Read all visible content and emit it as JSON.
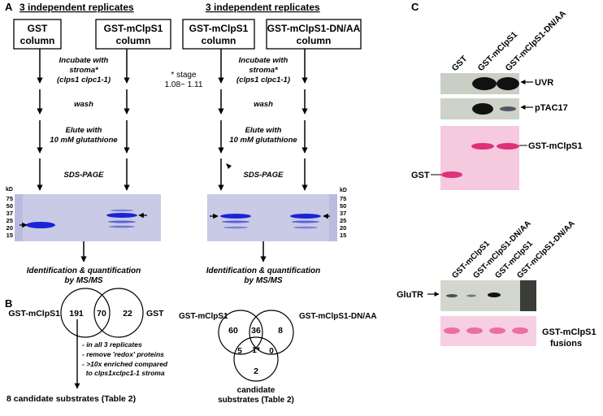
{
  "panels": {
    "A": "A",
    "B": "B",
    "C": "C"
  },
  "left_workflow": {
    "replicates_title": "3 independent replicates",
    "box1": {
      "line1": "GST",
      "line2": "column"
    },
    "box2": {
      "line1": "GST-mClpS1",
      "line2": "column"
    },
    "incubate": {
      "line1": "Incubate with",
      "line2": "stroma*",
      "line3": "(clps1 clpc1-1)"
    },
    "wash": "wash",
    "elute": {
      "line1": "Elute with",
      "line2": "10 mM glutathione"
    },
    "sds": "SDS-PAGE",
    "kd_label": "kD",
    "kd_ticks": [
      "75",
      "50",
      "37",
      "25",
      "20",
      "15"
    ],
    "identification": {
      "line1": "Identification & quantification",
      "line2": "by MS/MS"
    }
  },
  "stage_note": {
    "line1": "* stage",
    "line2": "1.08~ 1.11"
  },
  "right_workflow": {
    "replicates_title": "3 independent replicates",
    "box1": {
      "line1": "GST-mClpS1",
      "line2": "column"
    },
    "box2": {
      "line1": "GST-mClpS1-DN/AA",
      "line2": "column"
    },
    "incubate": {
      "line1": "Incubate with",
      "line2": "stroma*",
      "line3": "(clps1 clpc1-1)"
    },
    "wash": "wash",
    "elute": {
      "line1": "Elute with",
      "line2": "10 mM glutathione"
    },
    "sds": "SDS-PAGE",
    "kd_label": "kD",
    "kd_ticks": [
      "75",
      "50",
      "37",
      "25",
      "20",
      "15"
    ],
    "identification": {
      "line1": "Identification & quantification",
      "line2": "by MS/MS"
    }
  },
  "venn_left": {
    "label_left": "GST-mClpS1",
    "label_right": "GST",
    "only_left": "191",
    "overlap": "70",
    "only_right": "22",
    "filters": [
      "- in all 3 replicates",
      "- remove 'redox' proteins",
      "- >10x enriched compared",
      "  to clps1xclpc1-1 stroma"
    ],
    "result": "8 candidate substrates (Table 2)"
  },
  "venn_right": {
    "label_left": "GST-mClpS1",
    "label_right": "GST-mClpS1-DN/AA",
    "a_only": "60",
    "ab": "36",
    "b_only": "8",
    "ac": "5",
    "abc": "1*",
    "bc": "0",
    "c_only": "2",
    "label_bottom": {
      "line1": "candidate",
      "line2": "substrates (Table 2)"
    }
  },
  "panel_c_top": {
    "lanes": [
      "GST",
      "GST-mClpS1",
      "GST-mClpS1-DN/AA"
    ],
    "bands": [
      "UVR",
      "pTAC17",
      "GST-mClpS1"
    ],
    "gst_label": "GST"
  },
  "panel_c_bottom": {
    "lanes": [
      "GST-mClpS1",
      "GST-mClpS1-DN/AA",
      "GST-mClpS1",
      "GST-mClpS1-DN/AA"
    ],
    "glutr_label": "GluTR",
    "fusion_label": {
      "line1": "GST-mClpS1",
      "line2": "fusions"
    }
  },
  "colors": {
    "gel_blue": "#c6c9e4",
    "band_blue": "#1a23d6",
    "ponceau": "#f4c8de",
    "ponceau_band": "#e0307a"
  }
}
